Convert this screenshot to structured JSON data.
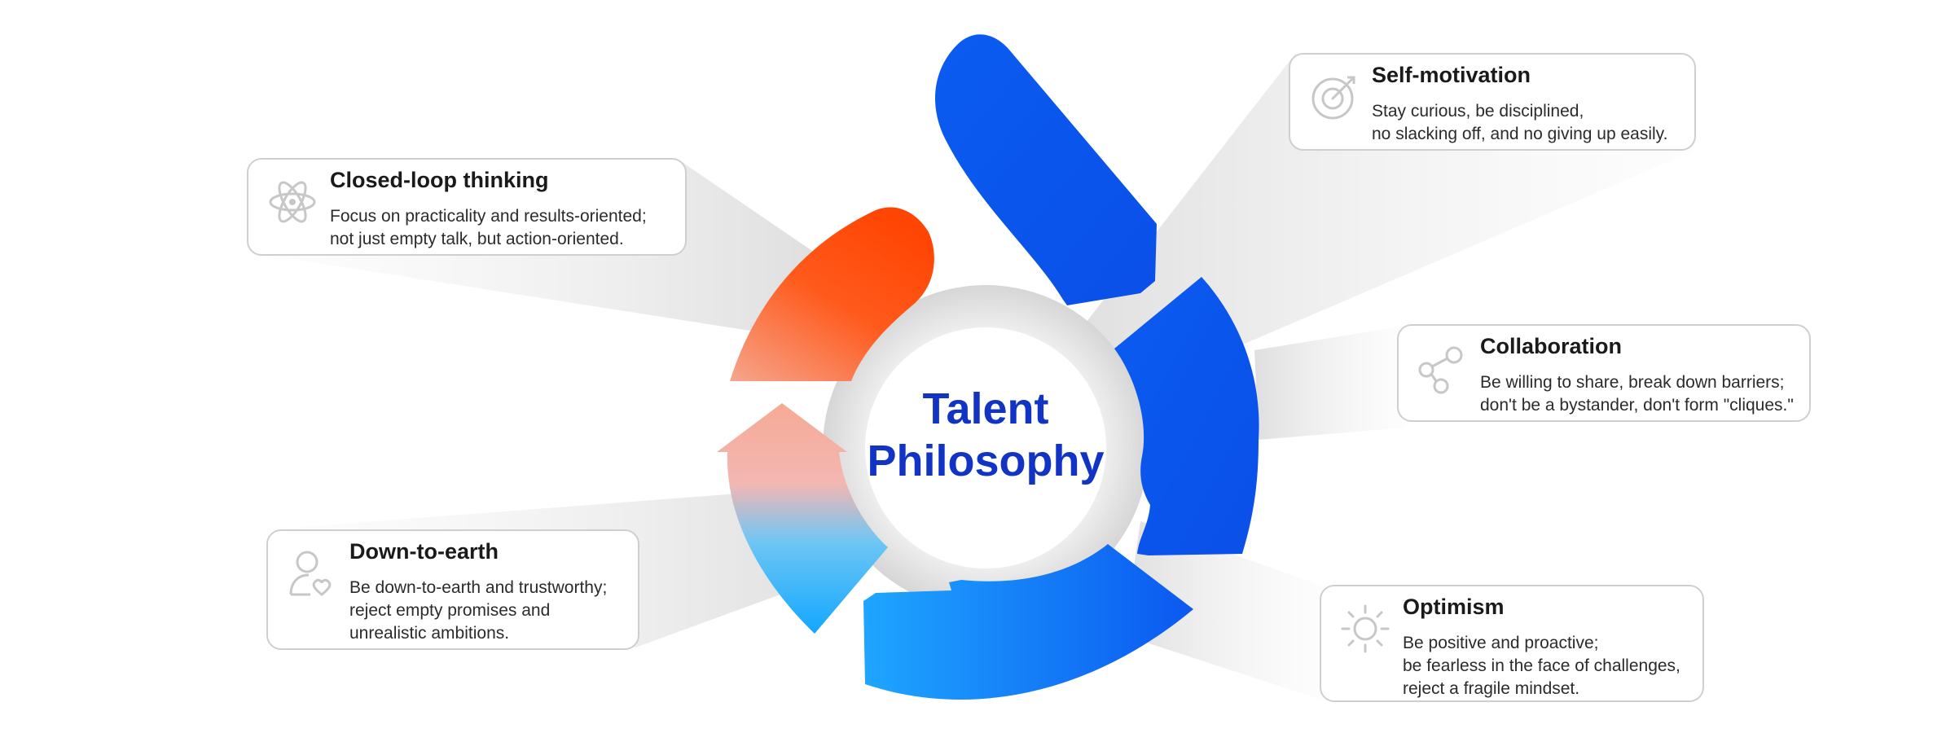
{
  "center": {
    "line1": "Talent",
    "line2": "Philosophy"
  },
  "cards": {
    "self_motivation": {
      "title": "Self-motivation",
      "lines": [
        "Stay curious, be disciplined,",
        "no slacking off, and no giving up easily."
      ],
      "icon": "target-icon"
    },
    "closed_loop": {
      "title": "Closed-loop thinking",
      "lines": [
        "Focus on practicality and results-oriented;",
        "not just empty talk, but action-oriented."
      ],
      "icon": "atom-icon"
    },
    "collaboration": {
      "title": "Collaboration",
      "lines": [
        "Be willing to share, break down barriers;",
        "don't be a bystander,  don't form \"cliques.\""
      ],
      "icon": "share-icon"
    },
    "down_to_earth": {
      "title": "Down-to-earth",
      "lines": [
        "Be down-to-earth and trustworthy;",
        "reject empty promises and",
        "unrealistic ambitions."
      ],
      "icon": "user-heart-icon"
    },
    "optimism": {
      "title": "Optimism",
      "lines": [
        "Be positive and proactive;",
        "be fearless in the face of challenges,",
        "reject a fragile mindset."
      ],
      "icon": "sun-icon"
    }
  },
  "colors": {
    "blue": "#0a5bf0",
    "light_blue": "#1fb2ff",
    "orange": "#ff4a05",
    "peach": "#f4a58f",
    "title_blue": "#1234c4"
  }
}
